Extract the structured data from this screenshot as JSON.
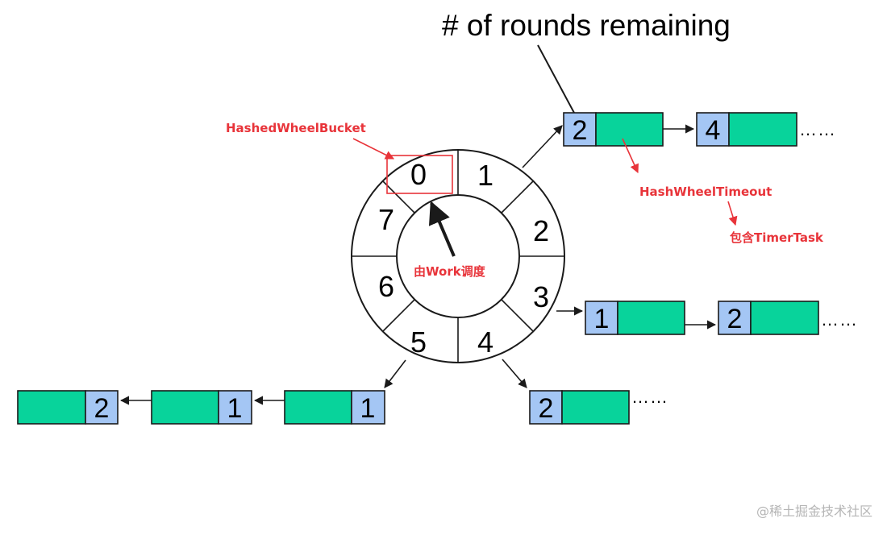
{
  "title": "# of rounds remaining",
  "labels": {
    "bucket": "HashedWheelBucket",
    "timeout": "HashWheelTimeout",
    "task": "包含TimerTask",
    "worker": "由Work调度"
  },
  "wheel": {
    "segments": [
      "0",
      "1",
      "2",
      "3",
      "4",
      "5",
      "6",
      "7"
    ]
  },
  "chains": {
    "slot1": {
      "rounds": [
        "2",
        "4"
      ],
      "trail": "……"
    },
    "slot3": {
      "rounds": [
        "1",
        "2"
      ],
      "trail": "……"
    },
    "slot4": {
      "rounds": [
        "2"
      ],
      "trail": "……"
    },
    "slot5": {
      "rounds": [
        "1",
        "1",
        "2"
      ]
    }
  },
  "colors": {
    "round_box": "#a4c6f4",
    "task_box": "#08d39b",
    "stroke": "#1a1a1a",
    "annotation": "#e8343a",
    "bucket_highlight": "#e8343a"
  },
  "watermark": "@稀土掘金技术社区"
}
